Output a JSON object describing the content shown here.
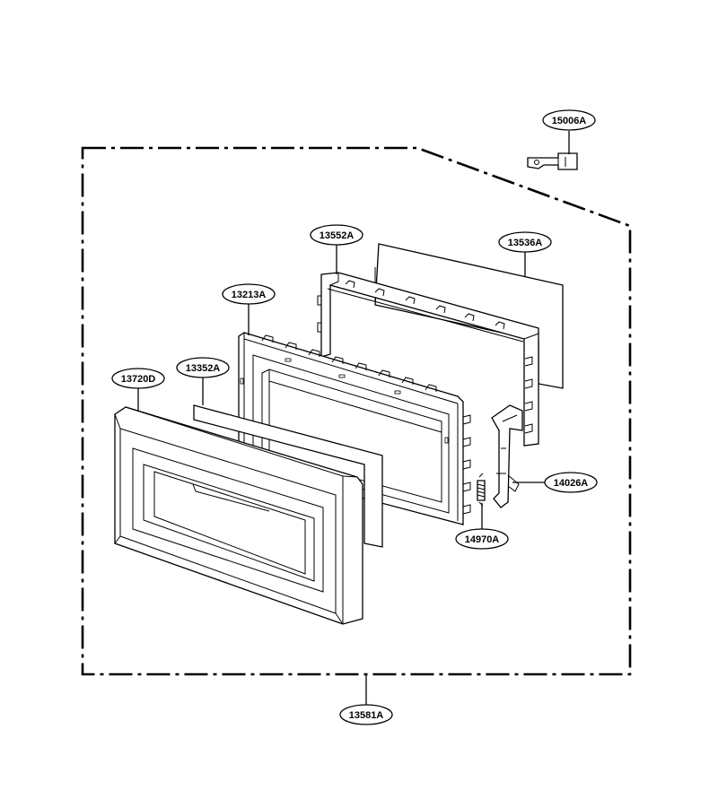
{
  "labels": {
    "p15006A": "15006A",
    "p13552A": "13552A",
    "p13536A": "13536A",
    "p13213A": "13213A",
    "p13720D": "13720D",
    "p13352A": "13352A",
    "p14026A": "14026A",
    "p14970A": "14970A",
    "p13581A": "13581A"
  }
}
